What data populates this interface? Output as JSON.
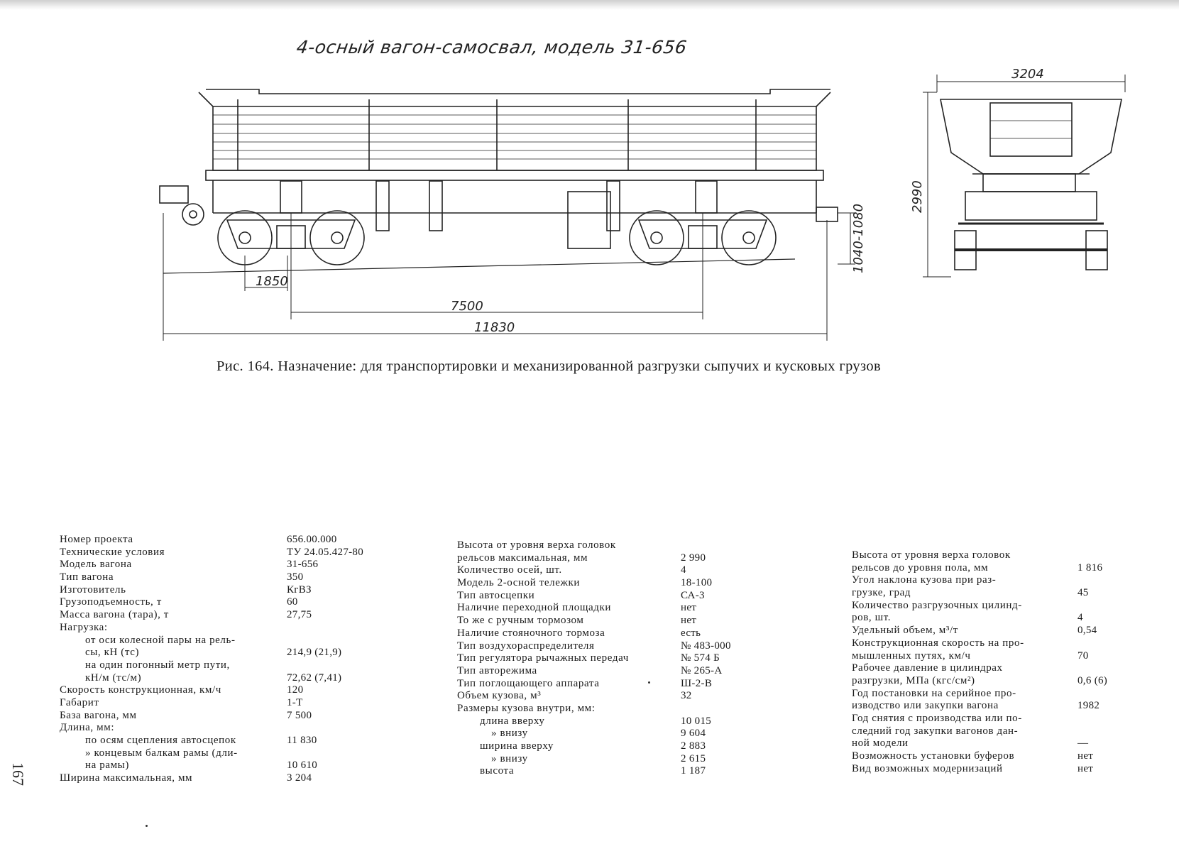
{
  "drawing": {
    "title": "4-осный вагон-самосвал, модель 31-656",
    "dimensions": {
      "truck_wheelbase": "1850",
      "car_base": "7500",
      "length_over_couplers": "11830",
      "coupler_height": "1040-1080",
      "width": "3204",
      "height": "2990"
    }
  },
  "caption": "Рис. 164. Назначение: для транспортировки и механизированной разгрузки сыпучих и кусковых грузов",
  "page_number": "167",
  "columns": [
    {
      "rows": [
        {
          "label": "Номер проекта",
          "value": "656.00.000"
        },
        {
          "label": "Технические условия",
          "value": "ТУ 24.05.427-80"
        },
        {
          "label": "Модель вагона",
          "value": "31-656"
        },
        {
          "label": "Тип вагона",
          "value": "350"
        },
        {
          "label": "Изготовитель",
          "value": "КгВЗ"
        },
        {
          "label": "Грузоподъемность, т",
          "value": "60"
        },
        {
          "label": "Масса вагона (тара), т",
          "value": "27,75"
        },
        {
          "label": "Нагрузка:",
          "value": ""
        },
        {
          "label": "от оси колесной пары на рель-",
          "value": "",
          "indent": 2
        },
        {
          "label": "сы, кН (тс)",
          "value": "214,9 (21,9)",
          "indent": 2
        },
        {
          "label": "на один погонный метр пути,",
          "value": "",
          "indent": 2
        },
        {
          "label": "кН/м (тс/м)",
          "value": "72,62 (7,41)",
          "indent": 2
        },
        {
          "label": "Скорость конструкционная, км/ч",
          "value": "120"
        },
        {
          "label": "Габарит",
          "value": "1-Т"
        },
        {
          "label": "База вагона, мм",
          "value": "7 500"
        },
        {
          "label": "Длина, мм:",
          "value": ""
        },
        {
          "label": "по осям сцепления автосцепок",
          "value": "11 830",
          "indent": 2
        },
        {
          "label": "»  концевым балкам рамы (дли-",
          "value": "",
          "indent": 2
        },
        {
          "label": "на рамы)",
          "value": "10 610",
          "indent": 2
        },
        {
          "label": "Ширина максимальная, мм",
          "value": "3 204"
        }
      ]
    },
    {
      "rows": [
        {
          "label": "Высота от уровня верха головок",
          "value": ""
        },
        {
          "label": "рельсов максимальная, мм",
          "value": "2 990"
        },
        {
          "label": "Количество осей, шт.",
          "value": "4"
        },
        {
          "label": "Модель 2-осной тележки",
          "value": "18-100"
        },
        {
          "label": "Тип автосцепки",
          "value": "СА-3"
        },
        {
          "label": "Наличие переходной площадки",
          "value": "нет"
        },
        {
          "label": "То же с ручным тормозом",
          "value": "нет"
        },
        {
          "label": "Наличие стояночного тормоза",
          "value": "есть"
        },
        {
          "label": "Тип воздухораспределителя",
          "value": "№ 483-000"
        },
        {
          "label": "Тип регулятора рычажных передач",
          "value": "№ 574 Б"
        },
        {
          "label": "Тип авторежима",
          "value": "№ 265-А"
        },
        {
          "label": "Тип поглощающего аппарата",
          "value": "Ш-2-В"
        },
        {
          "label": "Объем кузова, м³",
          "value": "32"
        },
        {
          "label": "Размеры кузова внутри, мм:",
          "value": ""
        },
        {
          "label": "длина вверху",
          "value": "10 015",
          "indent": 2
        },
        {
          "label": "»       внизу",
          "value": "9 604",
          "indent": 2
        },
        {
          "label": "ширина вверху",
          "value": "2 883",
          "indent": 2
        },
        {
          "label": "»       внизу",
          "value": "2 615",
          "indent": 2
        },
        {
          "label": "высота",
          "value": "1 187",
          "indent": 2
        }
      ]
    },
    {
      "rows": [
        {
          "label": "Высота от уровня верха головок",
          "value": ""
        },
        {
          "label": "рельсов до уровня пола, мм",
          "value": "1 816"
        },
        {
          "label": "Угол наклона кузова при раз-",
          "value": ""
        },
        {
          "label": "грузке, град",
          "value": "45"
        },
        {
          "label": "Количество разгрузочных цилинд-",
          "value": ""
        },
        {
          "label": "ров, шт.",
          "value": "4"
        },
        {
          "label": "Удельный объем, м³/т",
          "value": "0,54"
        },
        {
          "label": "Конструкционная скорость на про-",
          "value": ""
        },
        {
          "label": "мышленных путях, км/ч",
          "value": "70"
        },
        {
          "label": "Рабочее давление в цилиндрах",
          "value": ""
        },
        {
          "label": "разгрузки, МПа (кгс/см²)",
          "value": "0,6 (6)"
        },
        {
          "label": "Год постановки на серийное про-",
          "value": ""
        },
        {
          "label": "изводство или закупки вагона",
          "value": "1982"
        },
        {
          "label": "Год снятия с производства или по-",
          "value": ""
        },
        {
          "label": "следний год закупки вагонов дан-",
          "value": ""
        },
        {
          "label": "ной модели",
          "value": "—"
        },
        {
          "label": "Возможность установки буферов",
          "value": "нет"
        },
        {
          "label": "Вид возможных модернизаций",
          "value": "нет"
        }
      ]
    }
  ]
}
